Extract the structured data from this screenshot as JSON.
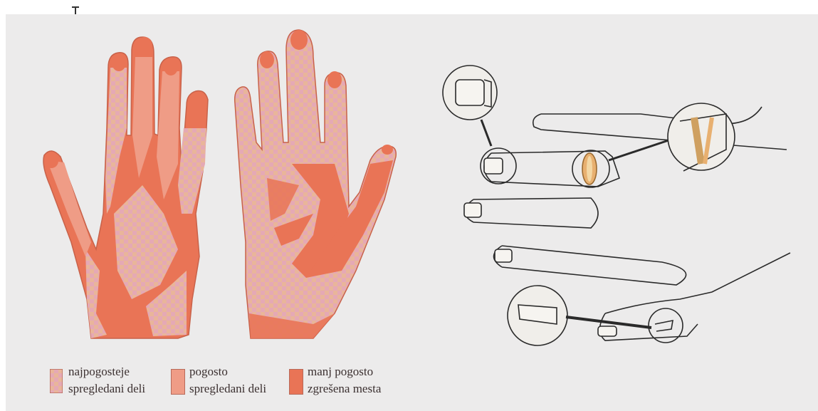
{
  "colors": {
    "most_overlooked": "#e5a9b5",
    "often_overlooked": "#ef9c86",
    "less_often": "#e97456",
    "outline": "#bf5a45",
    "background": "#ecebeb",
    "ring": "#e8b070"
  },
  "legend": [
    {
      "line1": "najpogosteje",
      "line2": "spregledani deli",
      "swatch_color": "#e5a9b5",
      "pattern": true
    },
    {
      "line1": "pogosto",
      "line2": "spregledani deli",
      "swatch_color": "#ef9c86",
      "pattern": false
    },
    {
      "line1": "manj pogosto",
      "line2": "zgrešena mesta",
      "swatch_color": "#e97456",
      "pattern": false
    }
  ],
  "icons": [
    "text-cursor-icon",
    "hand-back-illustration",
    "hand-palm-illustration",
    "fingers-ring-illustration"
  ]
}
